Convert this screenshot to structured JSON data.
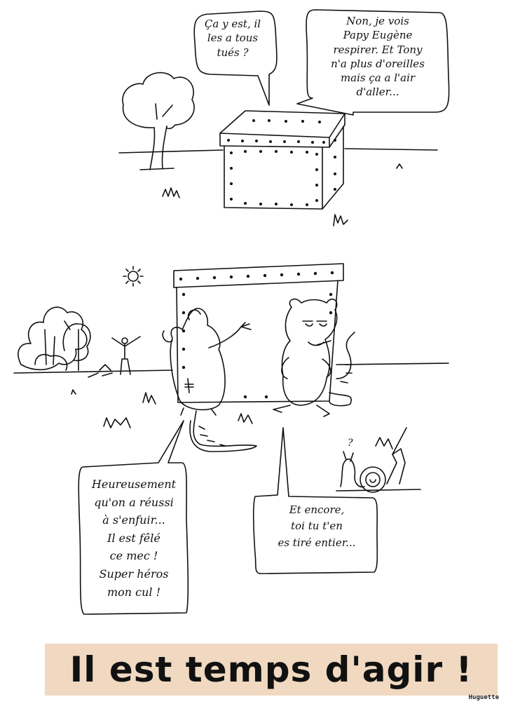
{
  "panel_top": {
    "bubble_left": "Ça y est, il\nles a tous\ntués ?",
    "bubble_right": "Non, je vois\nPapy Eugène\nrespirer. Et Tony\nn'a plus d'oreilles\nmais ça a l'air\nd'aller..."
  },
  "panel_bottom": {
    "bubble_left": "Heureusement\nqu'on a réussi\nà s'enfuir...\nIl est fêlé\nce mec !\nSuper héros\nmon cul !",
    "bubble_right": "Et encore,\ntoi tu t'en\nes tiré entier...",
    "snail_mark": "?"
  },
  "banner": {
    "title": "Il est temps d'agir !",
    "background": "#f0d9c0"
  },
  "signature": "Huguette"
}
